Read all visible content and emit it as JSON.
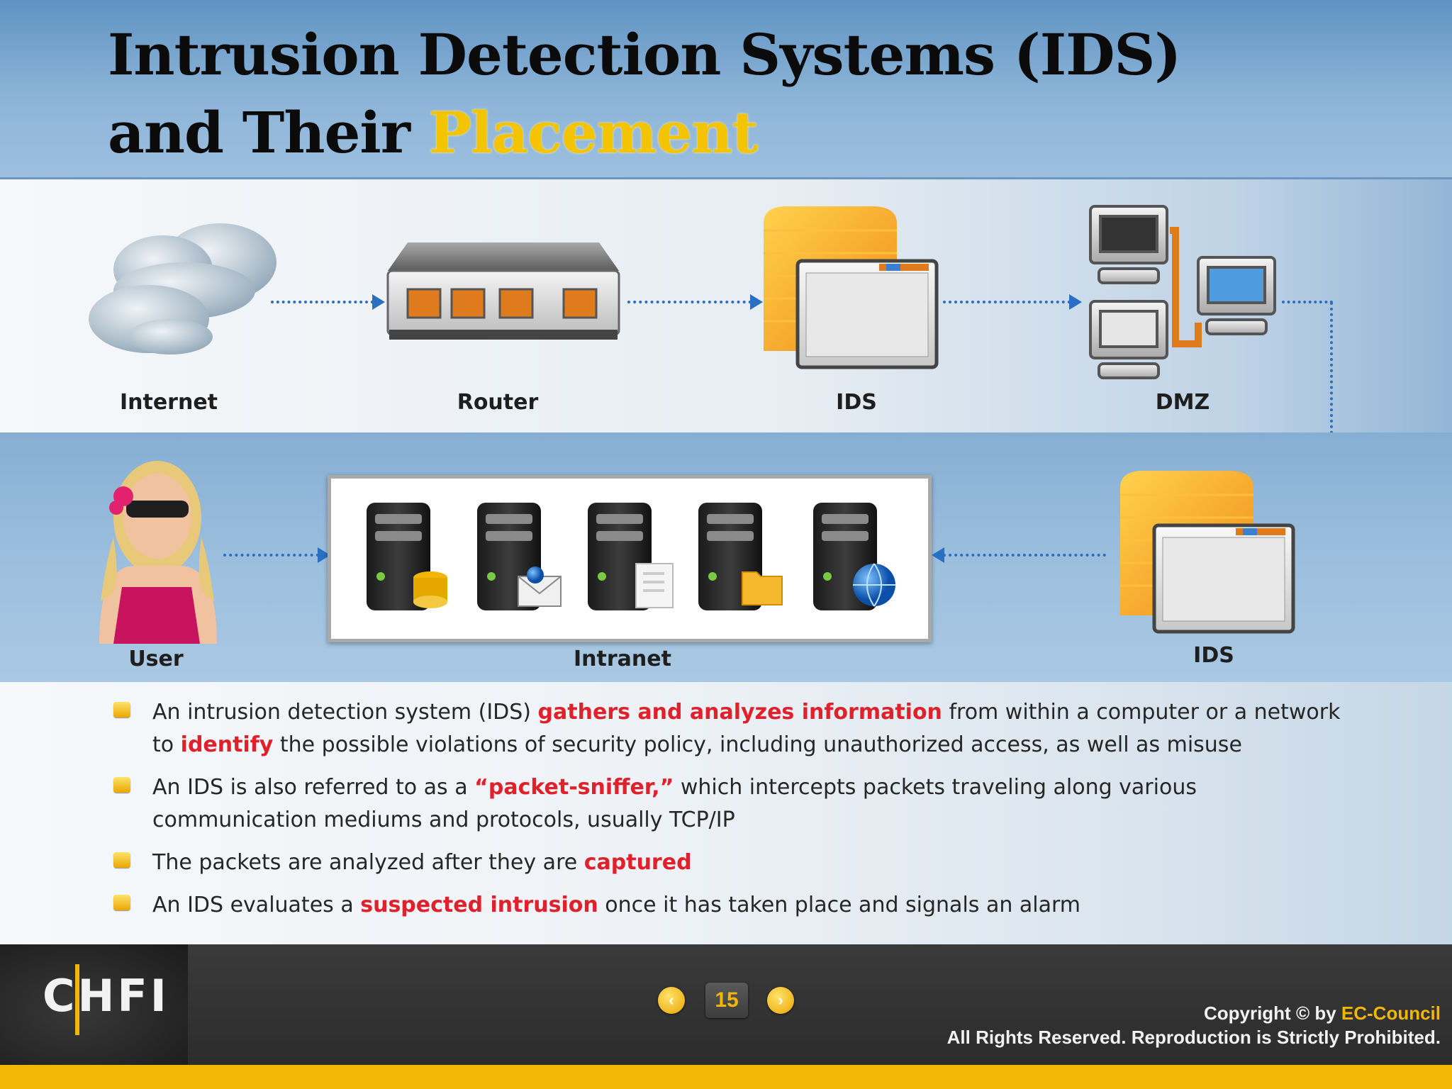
{
  "title": {
    "line1": "Intrusion Detection Systems (IDS)",
    "line2_prefix": "and Their ",
    "line2_highlight": "Placement"
  },
  "diagram": {
    "internet_label": "Internet",
    "router_label": "Router",
    "ids_top_label": "IDS",
    "dmz_label": "DMZ",
    "user_label": "User",
    "intranet_label": "Intranet",
    "ids_bottom_label": "IDS"
  },
  "bullets": [
    {
      "p1": "An intrusion detection system (IDS) ",
      "h1": "gathers and analyzes information",
      "p2": " from within a computer or a network to ",
      "h2": "identify",
      "p3": " the possible violations of security policy, including unauthorized access, as well as misuse"
    },
    {
      "p1": "An IDS is also referred to as a ",
      "h1": "“packet-sniffer,”",
      "p2": " which intercepts packets traveling along various communication mediums and protocols, usually TCP/IP"
    },
    {
      "p1": "The packets are analyzed after they are ",
      "h1": "captured"
    },
    {
      "p1": "An IDS evaluates a ",
      "h1": "suspected intrusion",
      "p2": " once it has taken place and signals an alarm"
    }
  ],
  "footer": {
    "logo": "CHFI",
    "page_number": "15",
    "prev_icon": "chevron-left-icon",
    "next_icon": "chevron-right-icon",
    "copyright_prefix": "Copyright © by ",
    "copyright_brand": "EC-Council",
    "rights": "All Rights Reserved. Reproduction is Strictly Prohibited."
  },
  "colors": {
    "highlight_red": "#e0202a",
    "highlight_yellow": "#f5c400",
    "accent_yellow": "#f2b705",
    "arrow_blue": "#2a6fc2"
  }
}
